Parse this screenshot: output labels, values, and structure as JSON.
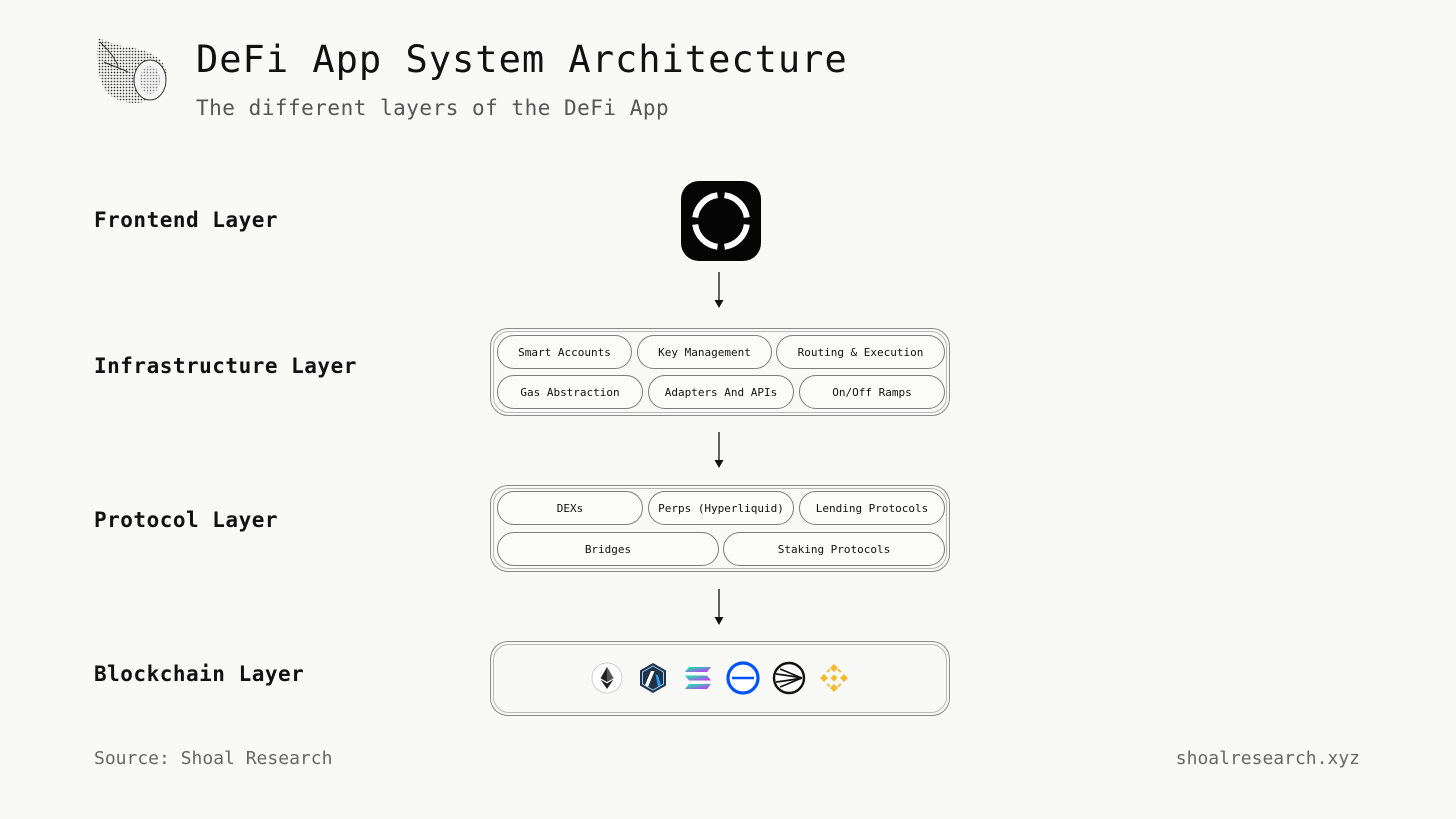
{
  "header": {
    "title": "DeFi App System Architecture",
    "subtitle": "The different layers of the DeFi App"
  },
  "layers": {
    "frontend": "Frontend Layer",
    "infrastructure": "Infrastructure Layer",
    "protocol": "Protocol Layer",
    "blockchain": "Blockchain Layer"
  },
  "frontend": {
    "icon": "defi-app-ring-icon"
  },
  "infrastructure": {
    "row1": [
      "Smart Accounts",
      "Key Management",
      "Routing & Execution"
    ],
    "row2": [
      "Gas Abstraction",
      "Adapters And APIs",
      "On/Off Ramps"
    ]
  },
  "protocol": {
    "row1": [
      "DEXs",
      "Perps (Hyperliquid)",
      "Lending Protocols"
    ],
    "row2": [
      "Bridges",
      "Staking Protocols"
    ]
  },
  "blockchain": {
    "chains": [
      "ethereum-logo",
      "arbitrum-logo",
      "solana-logo",
      "base-logo",
      "sui-like-logo",
      "bnb-logo"
    ]
  },
  "footer": {
    "source": "Source: Shoal Research",
    "site": "shoalresearch.xyz"
  },
  "colors": {
    "background": "#f9f9f7",
    "text": "#111111",
    "muted": "#666666",
    "bnb": "#f3ba2f",
    "base_blue": "#0052ff",
    "arbitrum_navy": "#213147",
    "arbitrum_blue": "#28a0f0"
  }
}
